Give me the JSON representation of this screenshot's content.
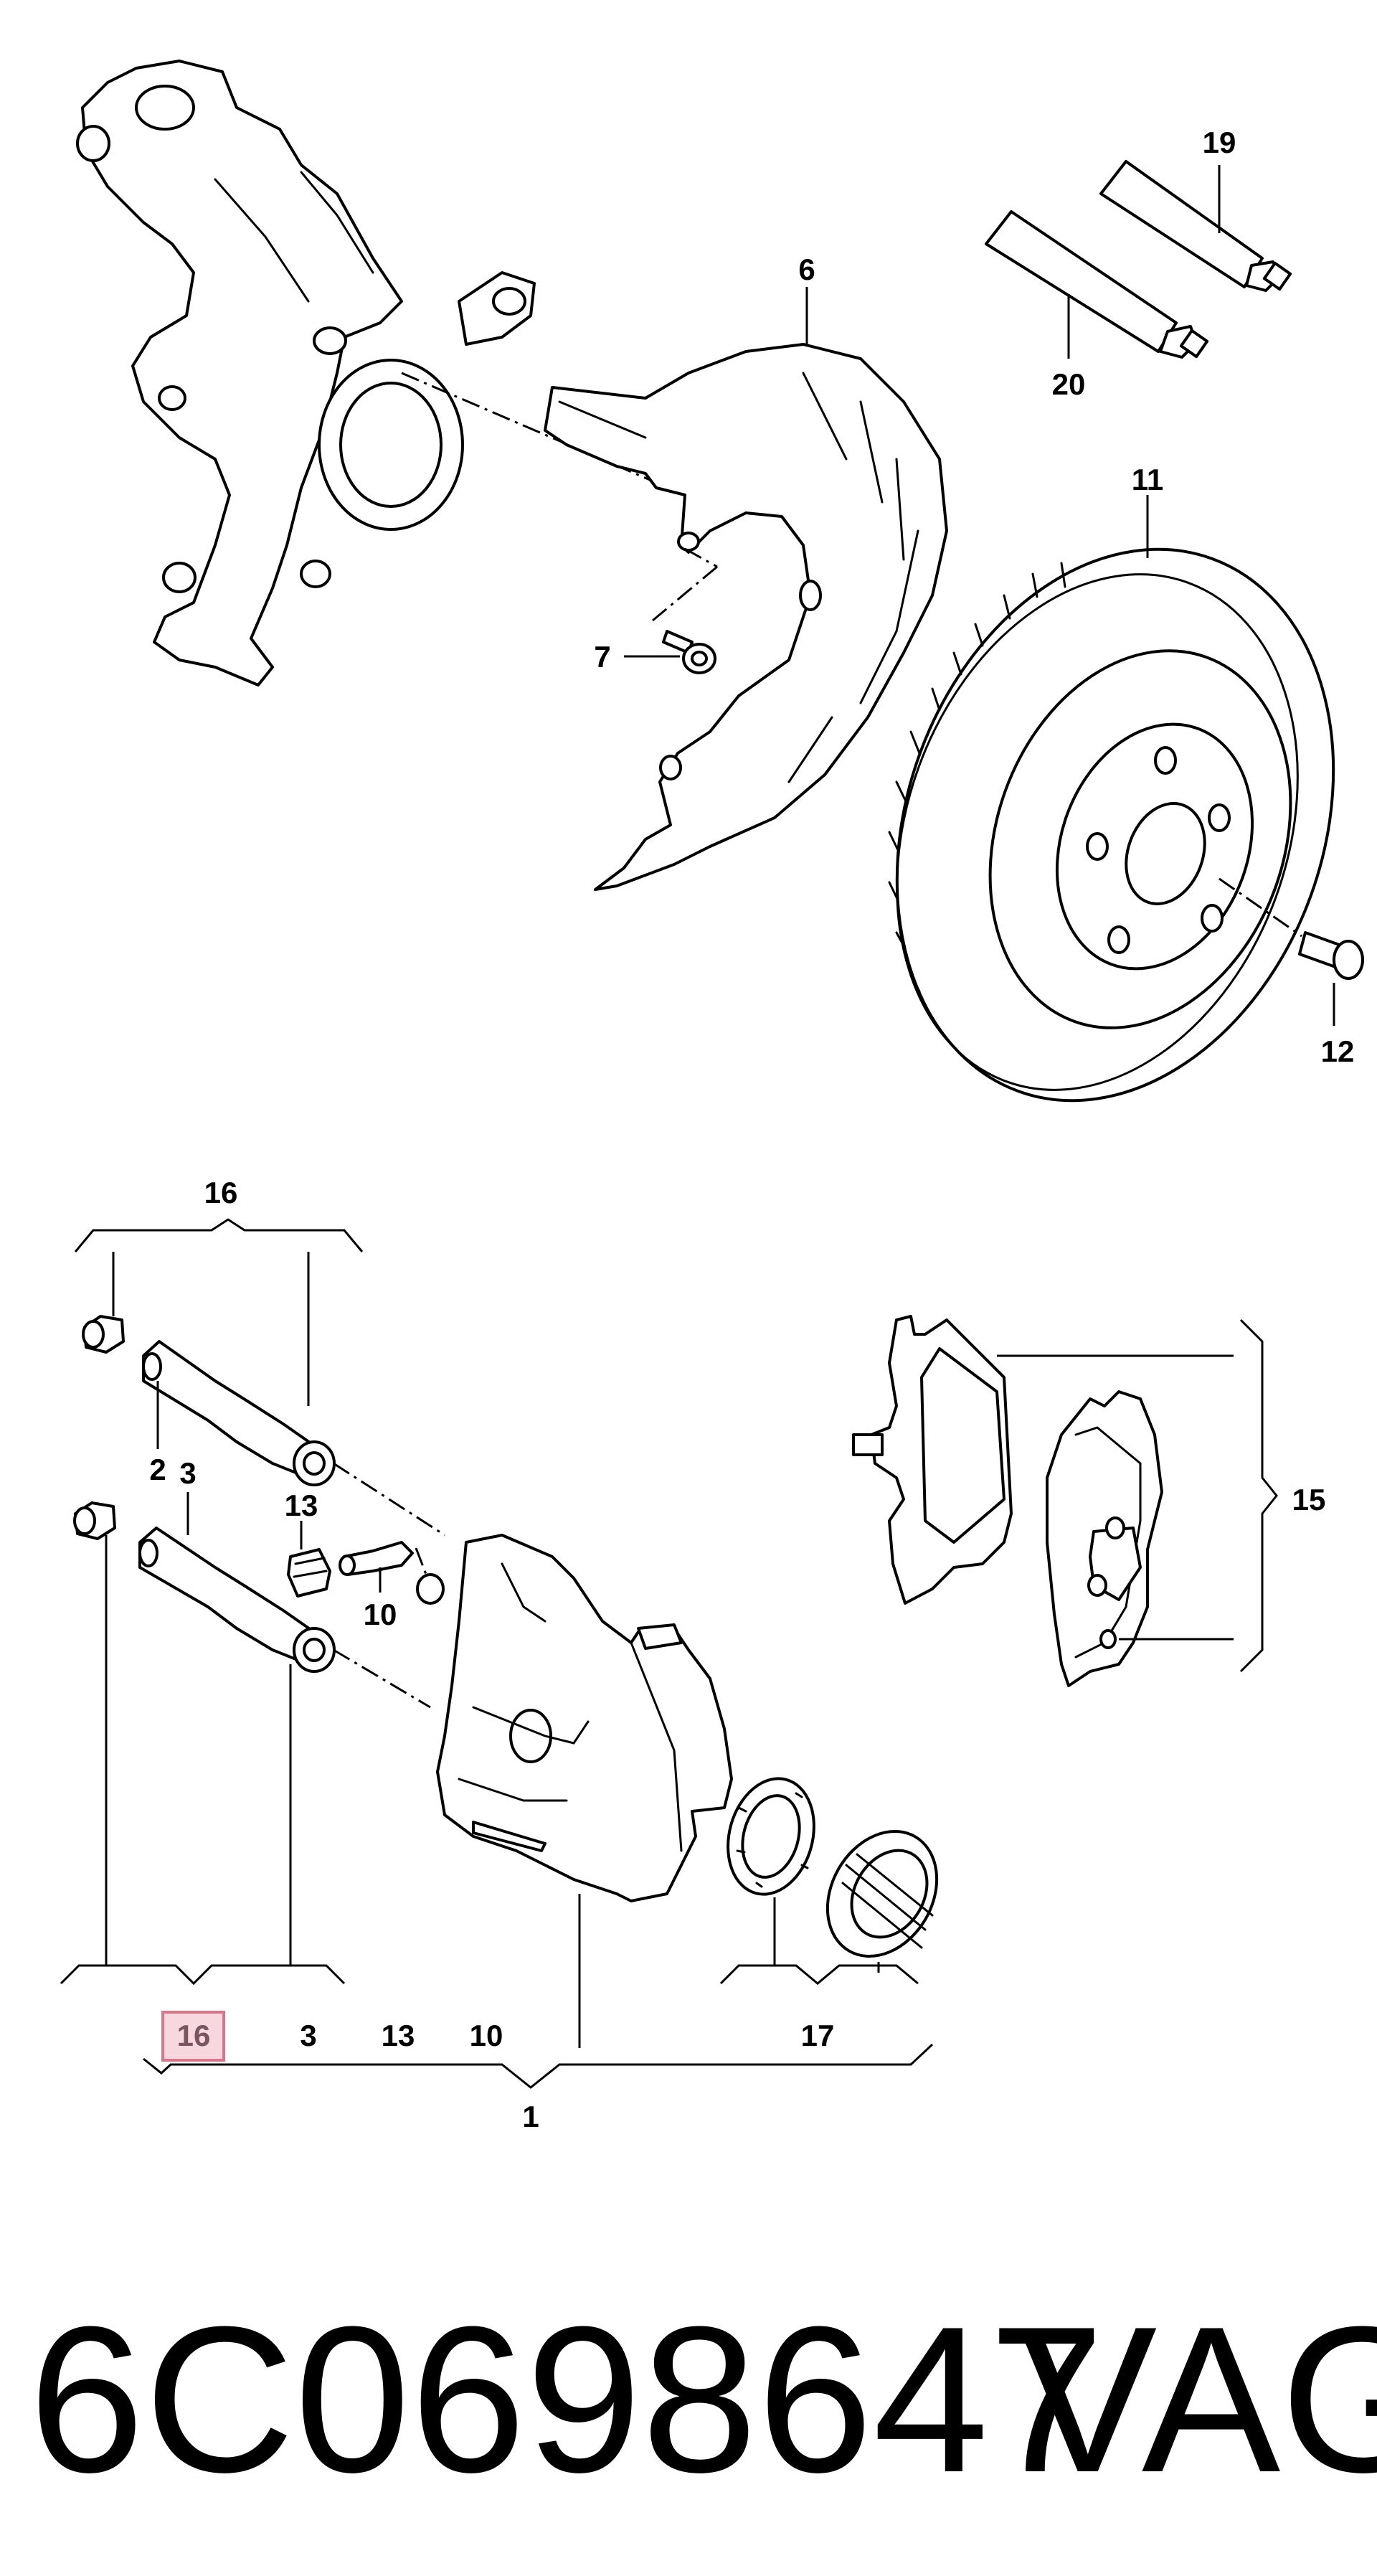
{
  "callouts": {
    "c1": "1",
    "c2": "2",
    "c3": "3",
    "c3b": "3",
    "c6": "6",
    "c7": "7",
    "c10": "10",
    "c10b": "10",
    "c11": "11",
    "c12": "12",
    "c13": "13",
    "c13b": "13",
    "c15": "15",
    "c16": "16",
    "c16b": "16",
    "c17": "17",
    "c19": "19",
    "c20": "20"
  },
  "highlighted_callout": "16",
  "highlight_color": "#f6d8de",
  "footer": {
    "part_number": "6C0698647",
    "brand": "VAG"
  }
}
